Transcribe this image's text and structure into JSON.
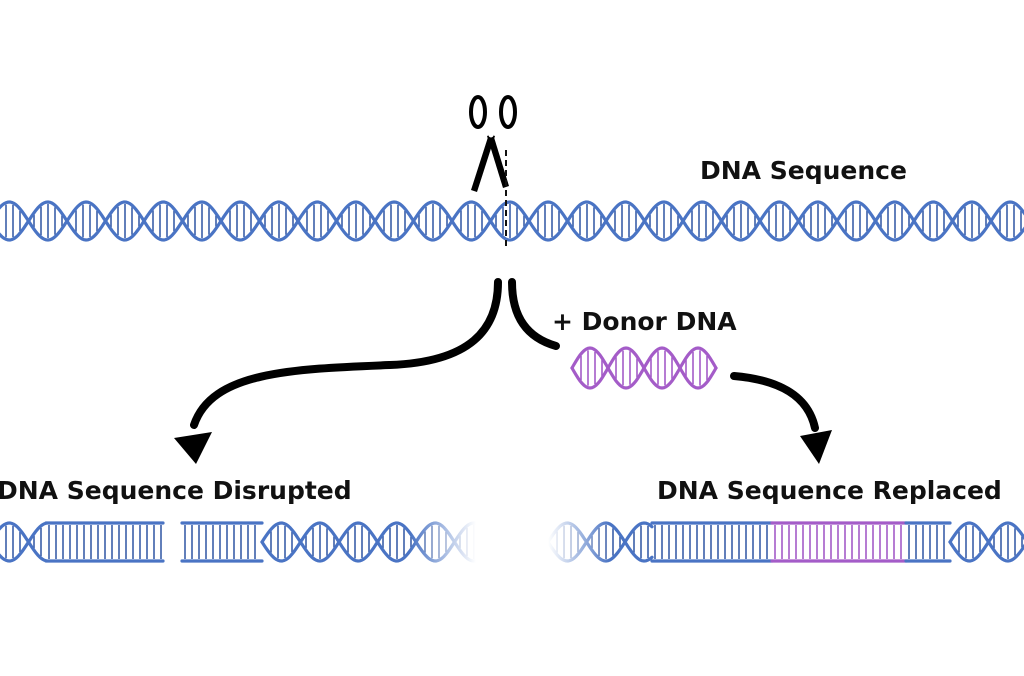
{
  "labels": {
    "top": "DNA Sequence",
    "donor": "+ Donor DNA",
    "disrupted": "DNA Sequence Disrupted",
    "replaced": "DNA Sequence Replaced"
  },
  "colors": {
    "dna": "#4a74c4",
    "dna_rung": "#3b5fa8",
    "donor": "#a45cc8",
    "arrow": "#000000",
    "text": "#111111"
  },
  "icons": {
    "cutter": "scissors-icon"
  }
}
